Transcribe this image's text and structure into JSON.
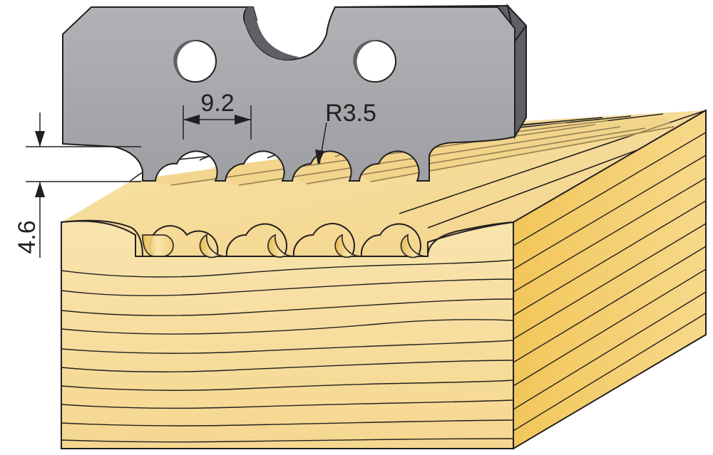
{
  "dimensions": {
    "pitch": "9.2",
    "radius": "R3.5",
    "depth": "4.6"
  },
  "colors": {
    "blade_face": "#a5a7aa",
    "blade_bevel": "#5e6065",
    "wood_front": "#f8dfa0",
    "wood_end": "#f3c85e",
    "wood_top": "#f6dd9b",
    "outline": "#231f20"
  }
}
